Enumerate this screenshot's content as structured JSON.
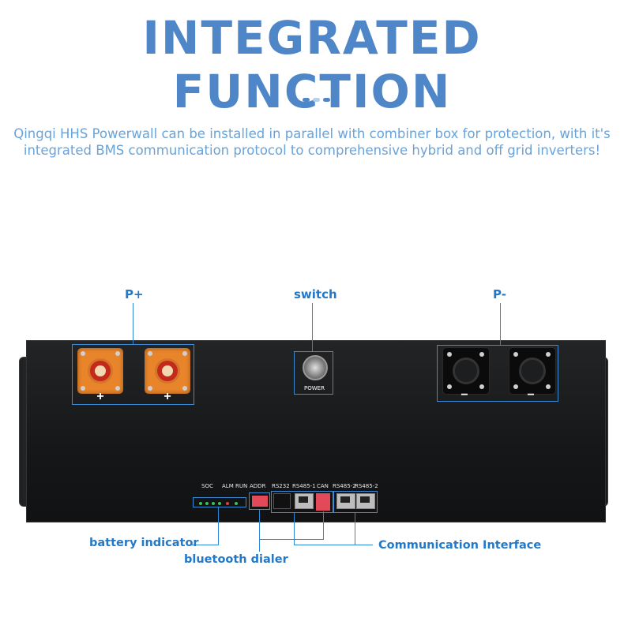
{
  "header": {
    "title": "INTEGRATED FUNCTION",
    "description_line1": "Qingqi  HHS Powerwall can be installed in parallel with combiner box for protection, with it's",
    "description_line2": "integrated BMS communication protocol to comprehensive hybrid and off grid inverters!"
  },
  "callouts": {
    "p_plus": "P+",
    "switch": "switch",
    "p_minus": "P-",
    "battery_indicator": "battery indicator",
    "bluetooth_dialer": "bluetooth dialer",
    "communication_interface": "Communication Interface"
  },
  "panel": {
    "plus_sign": "+",
    "minus_sign": "−",
    "power_label": "POWER",
    "soc": "SOC",
    "alm_run": "ALM RUN",
    "addr": "ADDR",
    "rs232": "RS232",
    "rs485_1": "RS485-1",
    "can": "CAN",
    "rs485_2a": "RS485-2",
    "rs485_2b": "RS485-2"
  },
  "colors": {
    "title": "#4e86c8",
    "accent": "#2478c8",
    "positive_terminal": "#e8842a",
    "dip_switch": "#e24a5a"
  }
}
